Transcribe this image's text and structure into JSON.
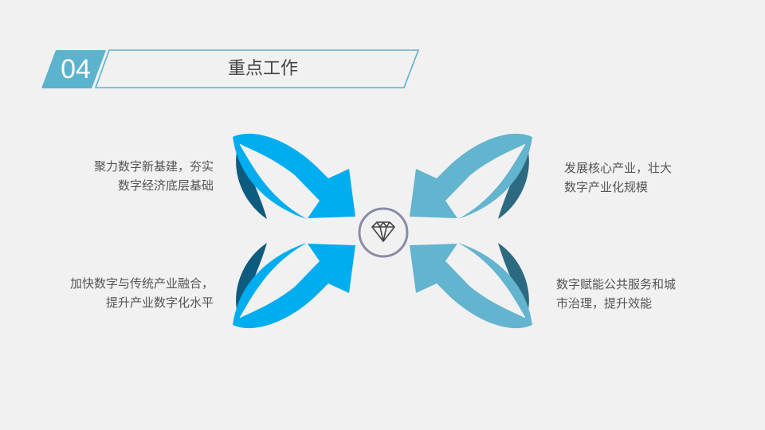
{
  "header": {
    "number": "04",
    "title": "重点工作"
  },
  "items": [
    {
      "line1": "聚力数字新基建，夯实",
      "line2": "数字经济底层基础"
    },
    {
      "line1": "加快数字与传统产业融合，",
      "line2": "提升产业数字化水平"
    },
    {
      "line1": "发展核心产业，壮大",
      "line2": "数字产业化规模"
    },
    {
      "line1": "数字赋能公共服务和城",
      "line2": "市治理，提升效能"
    }
  ],
  "colors": {
    "background": "#f1f1f2",
    "accent": "#5bb3cd",
    "arrow_left": "#00adee",
    "arrow_left_dark": "#0e5b80",
    "arrow_right": "#62b4cf",
    "arrow_right_dark": "#2b6a80",
    "center_ring": "#8a8ca6"
  },
  "center_icon": "diamond-icon"
}
